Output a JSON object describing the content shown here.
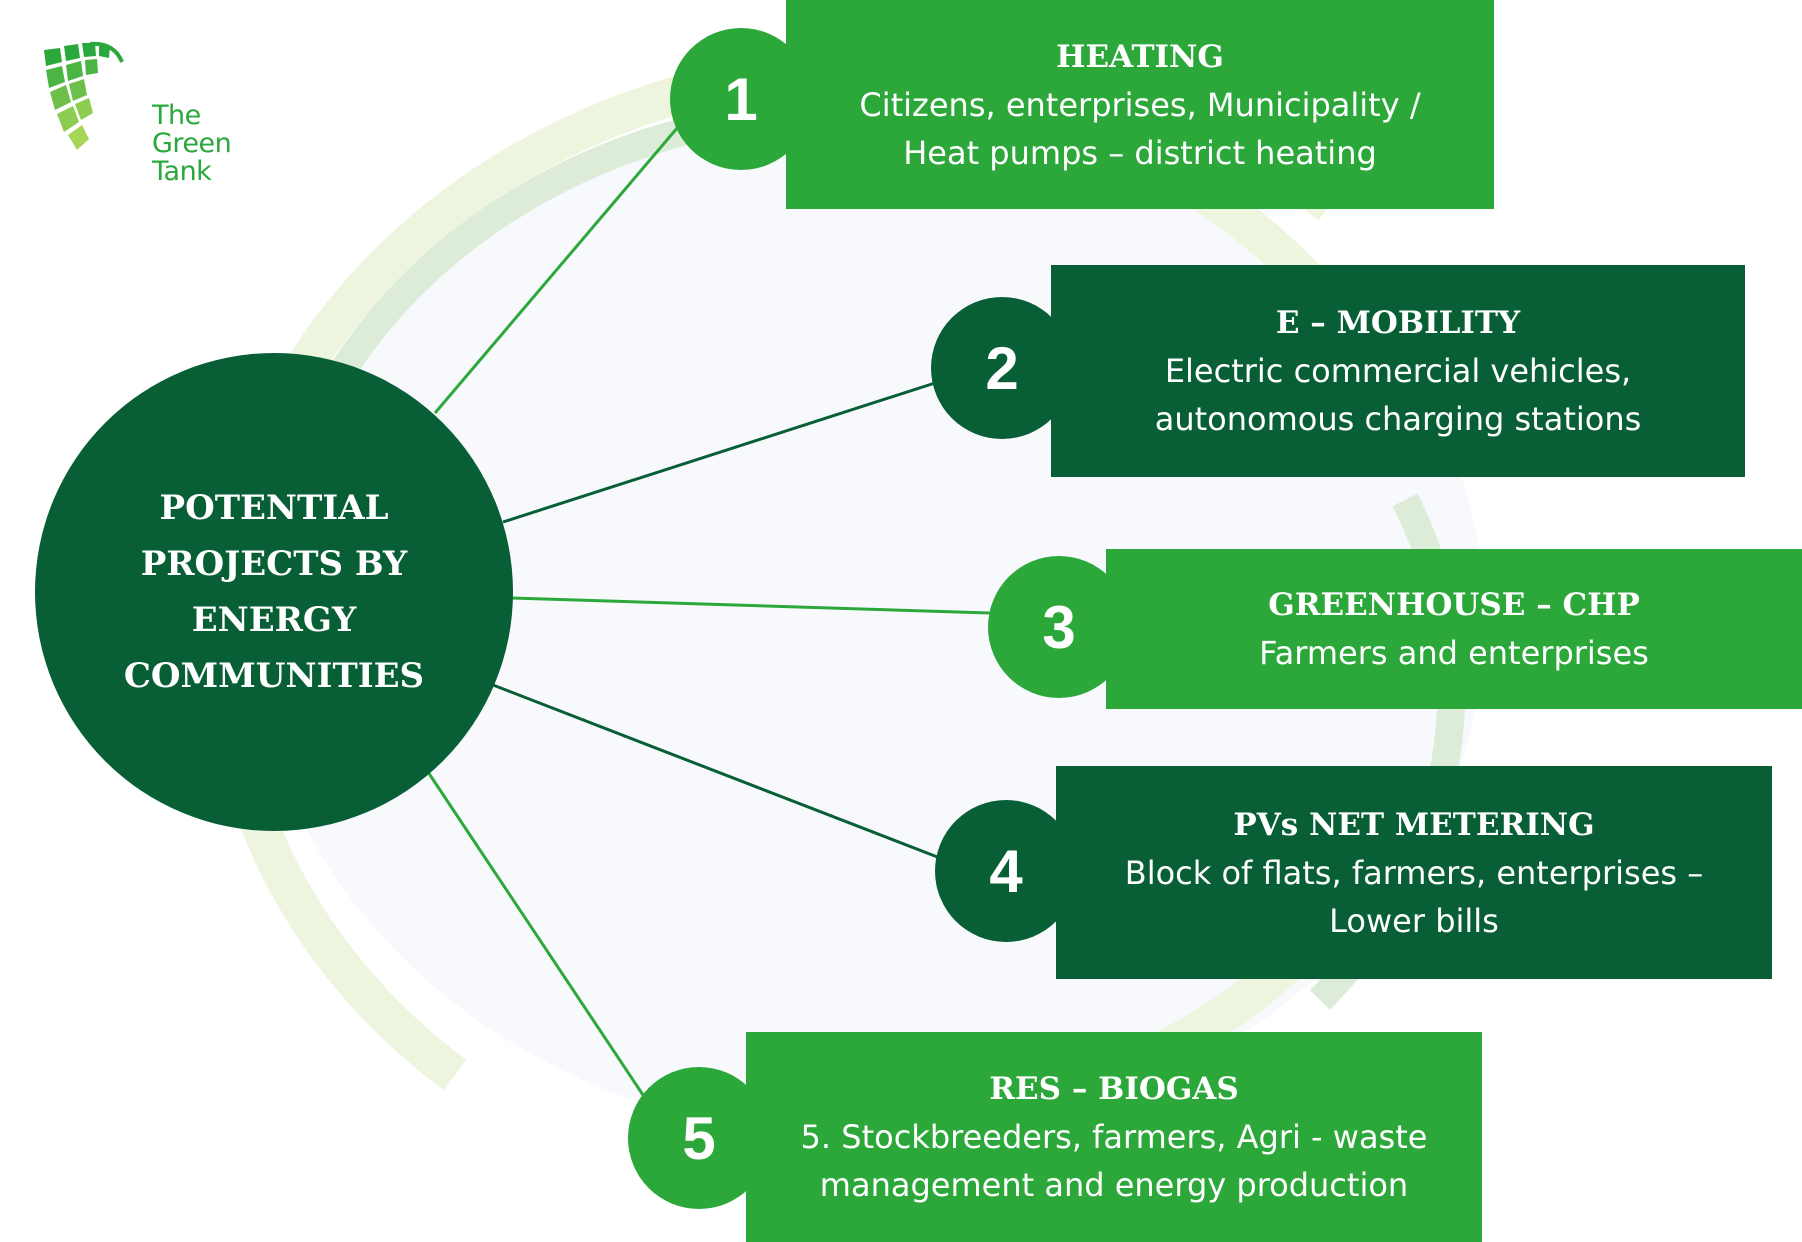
{
  "logo": {
    "lines": [
      "The",
      "Green",
      "Tank"
    ]
  },
  "hub": {
    "title": "POTENTIAL PROJECTS BY ENERGY COMMUNITIES"
  },
  "items": [
    {
      "number": "1",
      "title": "HEATING",
      "description": "Citizens, enterprises, Municipality / Heat pumps – district heating"
    },
    {
      "number": "2",
      "title": "E – MOBILITY",
      "description": "Electric commercial vehicles, autonomous charging stations"
    },
    {
      "number": "3",
      "title": "GREENHOUSE – CHP",
      "description": "Farmers and enterprises"
    },
    {
      "number": "4",
      "title": "PVs NET METERING",
      "description": "Block of flats, farmers, enterprises – Lower bills"
    },
    {
      "number": "5",
      "title": "RES – BIOGAS",
      "description": "5. Stockbreeders, farmers, Agri - waste management and energy production"
    }
  ],
  "colors": {
    "dark_green": "#085f36",
    "light_green": "#2ca83a",
    "pale_green": "#eef5df"
  }
}
